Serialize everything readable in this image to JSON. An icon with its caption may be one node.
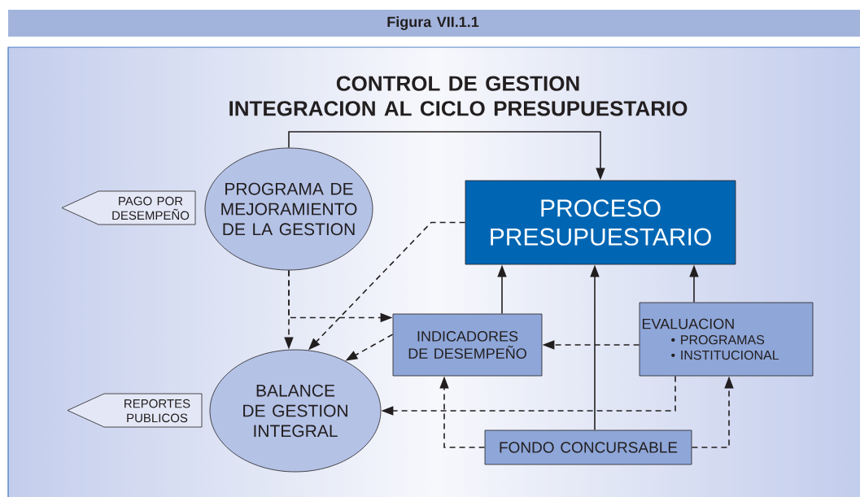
{
  "diagram": {
    "title": "CONTROL DE GESTION INTEGRACION AL CICLO PRESUPUESTARIO",
    "nodes": [
      {
        "text": [
          "PROGRAMA DE MEJORAMIENTO DE LA GESTION"
        ]
      },
      {
        "text": [
          "PAGO POR DESEMPEÑO"
        ]
      },
      {
        "text": [
          "PROCESO PRESUPUESTARIO"
        ]
      },
      {
        "text": [
          "INDICADORES DE DESEMPEÑO"
        ]
      },
      {
        "text": [
          "EVALUACION",
          "• PROGRAMAS",
          "• INSTITUCIONAL"
        ]
      },
      {
        "text": [
          "BALANCE DE GESTION INTEGRAL"
        ]
      },
      {
        "text": [
          "REPORTES PUBLICOS"
        ]
      },
      {
        "text": [
          "FONDO CONCURSABLE"
        ]
      }
    ],
    "edges": [
      {
        "from": 0,
        "to": 2,
        "arrow": "to"
      },
      {
        "from": 0,
        "to": 5,
        "arrow": "to",
        "style": "dashed"
      },
      {
        "from": 0,
        "to": 3,
        "arrow": "to",
        "style": "dashed"
      },
      {
        "from": 2,
        "to": 5,
        "arrow": "to",
        "style": "dashed"
      },
      {
        "from": 3,
        "to": 5,
        "arrow": "to",
        "style": "dashed"
      },
      {
        "from": 3,
        "to": 2,
        "arrow": "to"
      },
      {
        "from": 7,
        "to": 2,
        "arrow": "to"
      },
      {
        "from": 4,
        "to": 2,
        "arrow": "to"
      },
      {
        "from": 4,
        "to": 3,
        "arrow": "to",
        "style": "dashed"
      },
      {
        "from": 4,
        "to": 5,
        "arrow": "to",
        "style": "dashed"
      },
      {
        "from": 7,
        "to": 3,
        "arrow": "to",
        "style": "dashed"
      },
      {
        "from": 7,
        "to": 4,
        "arrow": "to",
        "style": "dashed"
      }
    ],
    "labels": [
      "Figura VII.1.1"
    ]
  }
}
